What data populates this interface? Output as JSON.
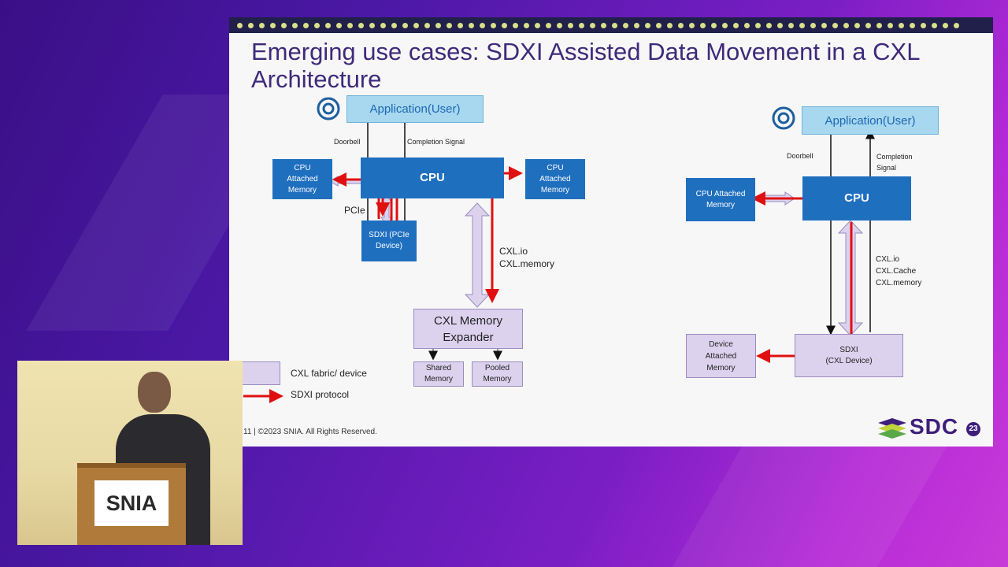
{
  "slide": {
    "title": "Emerging use cases: SDXI Assisted Data Movement in a CXL Architecture",
    "footer": "11 | ©2023 SNIA. All Rights Reserved.",
    "logo_text": "SDC",
    "logo_num": "23"
  },
  "left_diagram": {
    "application": "Application(User)",
    "doorbell": "Doorbell",
    "completion": "Completion Signal",
    "cpu": "CPU",
    "cpu_mem_left": "CPU\nAttached\nMemory",
    "cpu_mem_right": "CPU\nAttached\nMemory",
    "pcie": "PCIe",
    "sdxi": "SDXI (PCIe\nDevice)",
    "cxl_links": "CXL.io\nCXL.memory",
    "expander": "CXL Memory\nExpander",
    "shared": "Shared\nMemory",
    "pooled": "Pooled\nMemory"
  },
  "right_diagram": {
    "application": "Application(User)",
    "doorbell": "Doorbell",
    "completion": "Completion\nSignal",
    "cpu": "CPU",
    "cpu_mem": "CPU Attached\nMemory",
    "cxl_links": "CXL.io\nCXL.Cache\nCXL.memory",
    "device_mem": "Device\nAttached\nMemory",
    "sdxi": "SDXI\n(CXL Device)"
  },
  "legend": {
    "fabric": "CXL fabric/ device",
    "protocol": "SDXI protocol"
  },
  "colors": {
    "cpu_blue": "#1f6fbf",
    "app_light_blue": "#a7d8f0",
    "cxl_lavender": "#dcd2ee",
    "sdxi_protocol_red": "#e01010",
    "title_purple": "#3e2a7a"
  },
  "speaker_inset": {
    "podium_sign": "SNIA"
  }
}
